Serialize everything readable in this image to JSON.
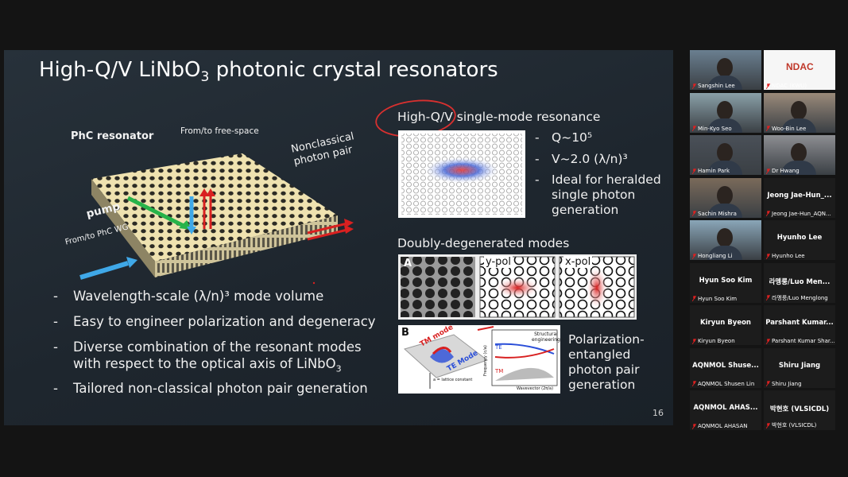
{
  "slide": {
    "title_pre": "High-Q/V LiNbO",
    "title_sub": "3",
    "title_post": " photonic crystal resonators",
    "figure_labels": {
      "phc": "PhC resonator",
      "free_space": "From/to free-space",
      "nonclassical": "Nonclassical",
      "photon_pair": "photon pair",
      "pump": "pump",
      "from_phc": "From/to PhC WG"
    },
    "left_bullets": [
      {
        "dash": "-",
        "line1": "Wavelength-scale (λ/n)³ mode volume"
      },
      {
        "dash": "-",
        "line1": "Easy to engineer polarization and degeneracy"
      },
      {
        "dash": "-",
        "line1": "Diverse combination of the resonant modes",
        "line2_pre": "with respect to the optical axis of LiNbO",
        "line2_sub": "3"
      },
      {
        "dash": "-",
        "line1": "Tailored non-classical photon pair generation"
      }
    ],
    "single_mode_heading": "High-Q/V single-mode resonance",
    "right_bullets": [
      {
        "dash": "-",
        "text": "Q~10⁵"
      },
      {
        "dash": "-",
        "text": "V~2.0 (λ/n)³"
      },
      {
        "dash": "-",
        "lines": [
          "Ideal for heralded",
          "single photon",
          "generation"
        ]
      }
    ],
    "doubly_heading": "Doubly-degenerated modes",
    "panel_a": {
      "label": "A",
      "ypol": "y-pol",
      "xpol": "x-pol"
    },
    "panel_b": {
      "label": "B",
      "tm": "TM mode",
      "te": "TE Mode",
      "lattice": "a = lattice constant",
      "structural": "Structural",
      "engineering": "engineering",
      "te_small": "TE",
      "tm_small": "TM",
      "yaxis": "Frequency (c/a)",
      "xaxis": "Wavevector (2π/a)"
    },
    "polarization_lines": [
      "Polarization-",
      "entangled",
      "photon pair",
      "generation"
    ],
    "page_number": "16"
  },
  "participants": [
    {
      "name": "",
      "label": "Sangshin Lee",
      "video": true
    },
    {
      "name": "",
      "label": "NDAC (KWU)",
      "video": true,
      "logo": "NDAC"
    },
    {
      "name": "",
      "label": "Min-Kyo Seo",
      "video": true,
      "active": true
    },
    {
      "name": "",
      "label": "Woo-Bin Lee",
      "video": true
    },
    {
      "name": "",
      "label": "Hamin Park",
      "video": true
    },
    {
      "name": "",
      "label": "Dr Hwang",
      "video": true
    },
    {
      "name": "",
      "label": "Sachin Mishra",
      "video": true
    },
    {
      "name": "Jeong Jae-Hun_...",
      "label": "Jeong Jae-Hun_AQN...",
      "video": false
    },
    {
      "name": "",
      "label": "Hongliang Li",
      "video": true
    },
    {
      "name": "Hyunho Lee",
      "label": "Hyunho Lee",
      "video": false
    },
    {
      "name": "Hyun Soo Kim",
      "label": "Hyun Soo Kim",
      "video": false
    },
    {
      "name": "라멩룽/Luo Men...",
      "label": "라멩룽/Luo Menglong",
      "video": false
    },
    {
      "name": "Kiryun Byeon",
      "label": "Kiryun Byeon",
      "video": false
    },
    {
      "name": "Parshant Kumar...",
      "label": "Parshant Kumar Shar...",
      "video": false
    },
    {
      "name": "AQNMOL Shuse...",
      "label": "AQNMOL Shusen Lin",
      "video": false
    },
    {
      "name": "Shiru Jiang",
      "label": "Shiru Jiang",
      "video": false
    },
    {
      "name": "AQNMOL AHAS...",
      "label": "AQNMOL AHASAN",
      "video": false
    },
    {
      "name": "박현호 (VLSICDL)",
      "label": "박현호 (VLSICDL)",
      "video": false
    }
  ],
  "colors": {
    "mic_muted": "#e02020",
    "active_border": "#b6e05a",
    "slide_bg": "#232c34"
  }
}
